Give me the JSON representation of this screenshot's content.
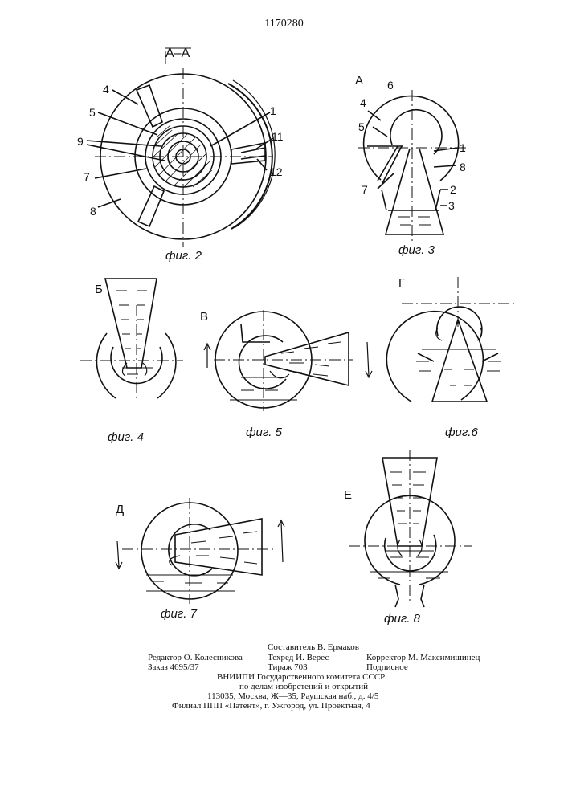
{
  "patent_number": "1170280",
  "section_label": "A–A",
  "figures": {
    "fig2": {
      "caption": "фиг. 2",
      "numbers": [
        "4",
        "5",
        "9",
        "7",
        "8",
        "1",
        "11",
        "12"
      ]
    },
    "fig3": {
      "caption": "фиг. 3",
      "view": "А",
      "numbers": [
        "6",
        "4",
        "5",
        "1",
        "8",
        "7",
        "2",
        "3"
      ]
    },
    "fig4": {
      "caption": "фиг. 4",
      "view": "Б"
    },
    "fig5": {
      "caption": "фиг. 5",
      "view": "В"
    },
    "fig6": {
      "caption": "фиг.6",
      "view": "Г"
    },
    "fig7": {
      "caption": "фиг. 7",
      "view": "Д"
    },
    "fig8": {
      "caption": "фиг. 8",
      "view": "Е"
    }
  },
  "imprint": {
    "editor": "Редактор О. Колесникова",
    "order": "Заказ 4695/37",
    "compiler": "Составитель В. Ермаков",
    "techred": "Техред И. Верес",
    "circulation": "Тираж 703",
    "corrector": "Корректор М. Максимишинец",
    "subscription": "Подписное",
    "org_line1": "ВНИИПИ Государственного комитета СССР",
    "org_line2": "по делам изобретений и открытий",
    "address": "113035, Москва, Ж—35, Раушская наб., д. 4/5",
    "branch": "Филиал ППП «Патент», г. Ужгород, ул. Проектная, 4"
  }
}
